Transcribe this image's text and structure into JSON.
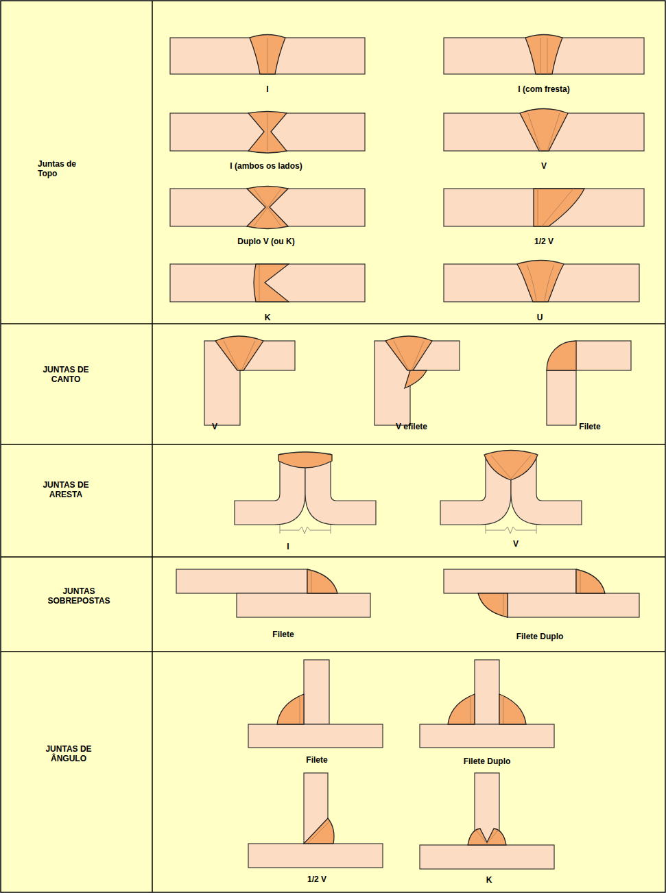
{
  "diagram": {
    "labels": [
      "Juntas de Topo",
      "I",
      "I (com fresta)",
      "I (ambos os lados)",
      "V",
      "Duplo V (ou K)",
      "1/2 V",
      "K",
      "U",
      "JUNTAS DE CANTO",
      "V",
      "V efilete",
      "Filete",
      "JUNTAS DE ARESTA",
      "I",
      "V",
      "JUNTAS SOBREPOSTAS",
      "Filete",
      "Filete Duplo",
      "JUNTAS DE ÂNGULO",
      "Filete",
      "Filete Duplo",
      "1/2 V",
      "K"
    ]
  }
}
